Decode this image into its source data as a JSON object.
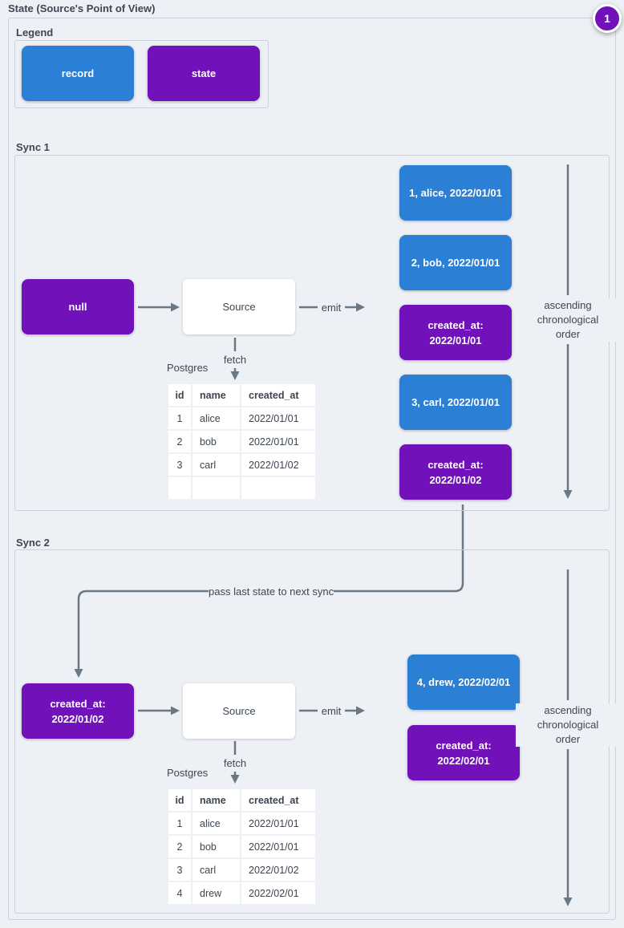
{
  "diagram": {
    "title": "State (Source's Point of View)",
    "badge_label": "1"
  },
  "legend": {
    "label": "Legend",
    "record_label": "record",
    "state_label": "state"
  },
  "connector": {
    "label": "pass last state to next sync"
  },
  "sync1": {
    "label": "Sync 1",
    "input_state": "null",
    "source": "Source",
    "emit": "emit",
    "fetch": "fetch",
    "database": "Postgres",
    "table": {
      "headers": [
        "id",
        "name",
        "created_at"
      ],
      "rows": [
        [
          "1",
          "alice",
          "2022/01/01"
        ],
        [
          "2",
          "bob",
          "2022/01/01"
        ],
        [
          "3",
          "carl",
          "2022/01/02"
        ],
        [
          "",
          "",
          ""
        ]
      ]
    },
    "messages": [
      {
        "kind": "record",
        "text": "1, alice, 2022/01/01"
      },
      {
        "kind": "record",
        "text": "2, bob, 2022/01/01"
      },
      {
        "kind": "state",
        "text": "created_at:\n2022/01/01"
      },
      {
        "kind": "record",
        "text": "3, carl, 2022/01/01"
      },
      {
        "kind": "state",
        "text": "created_at:\n2022/01/02"
      }
    ],
    "order_note": "ascending\nchronological\norder"
  },
  "sync2": {
    "label": "Sync 2",
    "input_state": "created_at:\n2022/01/02",
    "source": "Source",
    "emit": "emit",
    "fetch": "fetch",
    "database": "Postgres",
    "table": {
      "headers": [
        "id",
        "name",
        "created_at"
      ],
      "rows": [
        [
          "1",
          "alice",
          "2022/01/01"
        ],
        [
          "2",
          "bob",
          "2022/01/01"
        ],
        [
          "3",
          "carl",
          "2022/01/02"
        ],
        [
          "4",
          "drew",
          "2022/02/01"
        ]
      ]
    },
    "messages": [
      {
        "kind": "record",
        "text": "4, drew, 2022/02/01"
      },
      {
        "kind": "state",
        "text": "created_at:\n2022/02/01"
      }
    ],
    "order_note": "ascending\nchronological\norder"
  },
  "colors": {
    "record": "#2b7fd4",
    "state": "#7111ba",
    "line": "#6a7886",
    "background": "#edf0f4",
    "border": "#c9d2dc",
    "text": "#3d4754"
  }
}
